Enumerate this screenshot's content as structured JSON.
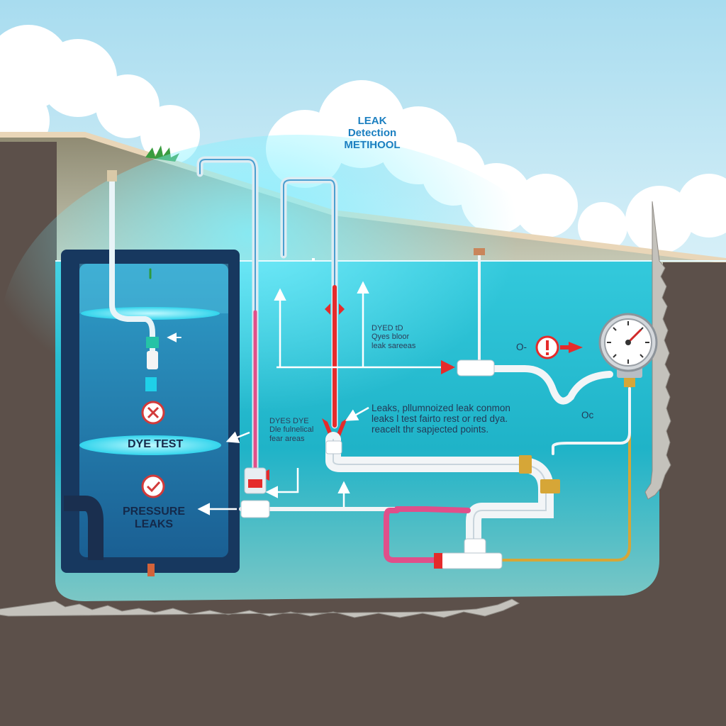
{
  "diagram": {
    "title_lines": [
      "LEAK",
      "Detection",
      "METIHOOL"
    ],
    "tank_labels": {
      "dye_test": "DYE TEST",
      "pressure_leaks_lines": [
        "PRESSURE",
        "LEAKS"
      ]
    },
    "annotations": {
      "dyed_lines": [
        "DYED tD",
        "Qyes bloor",
        "leak sareeas"
      ],
      "dyes_lines": [
        "DYES DYE",
        "Dle fulnelical",
        "fear areas"
      ],
      "leaks_lines": [
        "Leaks, pllumnoized leak conmon",
        "leaks l test fairto rest or red dya.",
        "reacelt thr sapjected points."
      ],
      "gauge_marker": "O-",
      "misc_mark": "Oc"
    },
    "icons": {
      "status_fail": "x-circle-icon",
      "status_pass": "check-circle-icon",
      "warning": "exclamation-circle-icon",
      "gauge": "pressure-gauge-icon"
    },
    "colors": {
      "sky": "#bfe6f3",
      "water": "#22b8cd",
      "soil": "#5c504a",
      "dye_red": "#e52b2b",
      "dye_pink": "#e04f8a",
      "pipe": "#f2f5f7",
      "brass": "#d6a637",
      "title": "#1b7fc0"
    }
  }
}
